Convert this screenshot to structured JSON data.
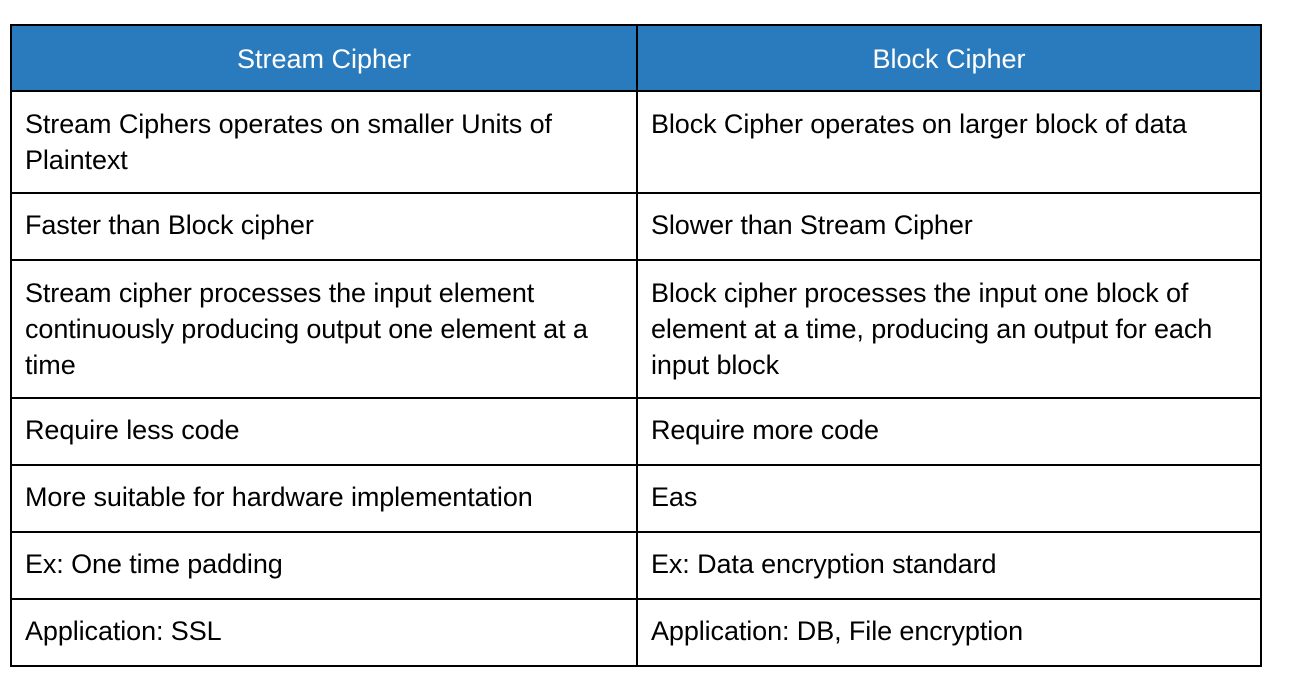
{
  "table": {
    "accent_color": "#2a7bbd",
    "header_text_color": "#ffffff",
    "border_color": "#000000",
    "body_text_color": "#000000",
    "columns": [
      {
        "id": "stream-cipher",
        "label": "Stream Cipher"
      },
      {
        "id": "block-cipher",
        "label": "Block Cipher"
      }
    ],
    "rows": [
      {
        "id": "units-of-data",
        "height": "tall",
        "cells": [
          "Stream Ciphers operates on smaller Units of Plaintext",
          "Block Cipher operates on larger block of data"
        ]
      },
      {
        "id": "speed",
        "height": "short",
        "cells": [
          "Faster than Block cipher",
          "Slower than Stream Cipher"
        ]
      },
      {
        "id": "processing",
        "height": "tall",
        "cells": [
          "Stream cipher processes the input element continuously producing output one element at a time",
          "Block cipher processes the input one block of element at a time, producing an output for each input block"
        ]
      },
      {
        "id": "code-size",
        "height": "short",
        "cells": [
          "Require less code",
          "Require more code"
        ]
      },
      {
        "id": "implementation",
        "height": "short",
        "cells": [
          "More suitable for hardware implementation",
          "Eas"
        ]
      },
      {
        "id": "example",
        "height": "short",
        "cells": [
          "Ex: One time padding",
          "Ex: Data encryption standard"
        ]
      },
      {
        "id": "application",
        "height": "short",
        "cells": [
          "Application: SSL",
          "Application: DB, File encryption"
        ]
      }
    ]
  }
}
